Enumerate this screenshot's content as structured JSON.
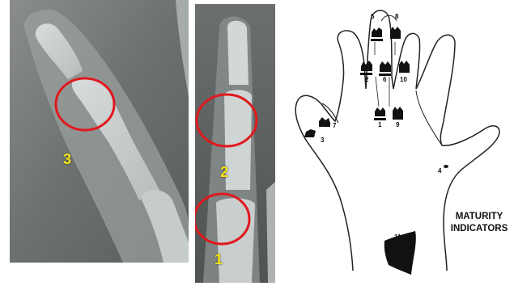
{
  "xray_labels": {
    "thumb_circle_label": "3",
    "finger_upper_label": "2",
    "finger_lower_label": "1"
  },
  "diagram": {
    "title_line1": "MATURITY",
    "title_line2": "INDICATORS",
    "indicator_numbers": [
      "1",
      "2",
      "3",
      "4",
      "5",
      "6",
      "7",
      "8",
      "9",
      "10",
      "11"
    ]
  },
  "colors": {
    "circle": "#e0191e",
    "label": "#f2e418",
    "ink": "#111111"
  }
}
